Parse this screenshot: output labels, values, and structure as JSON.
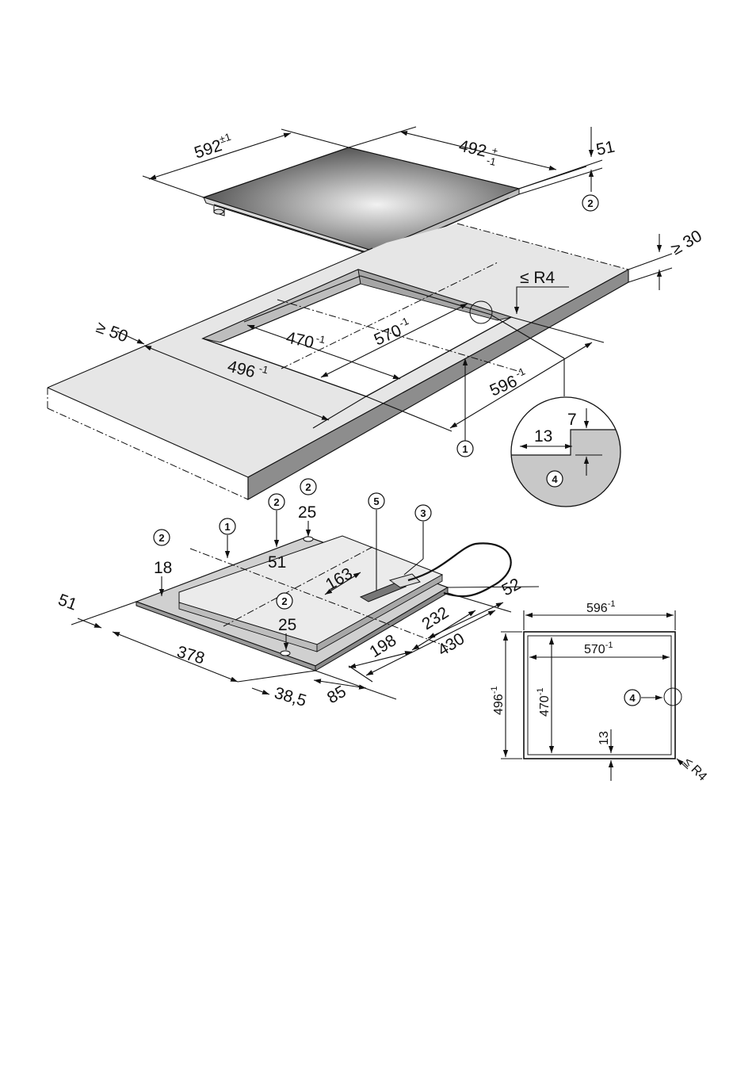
{
  "hob": {
    "width_value": "592",
    "width_tol": "±1",
    "depth_value": "492",
    "depth_tol": "-1",
    "depth_tol_plus": "+",
    "height": "51",
    "badge": "2"
  },
  "worktop": {
    "thickness": "≥ 30",
    "radius": "≤ R4",
    "edge_distance": "≥ 50",
    "cutout_width_value": "570",
    "cutout_width_tol": "-1",
    "cutout_depth_value": "470",
    "cutout_depth_tol": "-1",
    "outer_depth_value": "496",
    "outer_depth_tol": "-1",
    "outer_width_value": "596",
    "outer_width_tol": "-1",
    "badge": "1"
  },
  "detail": {
    "rebate_width": "13",
    "rebate_depth": "7",
    "badge": "4"
  },
  "underside": {
    "badges": [
      "2",
      "2",
      "1",
      "5",
      "3",
      "2",
      "2"
    ],
    "values": {
      "foot_top": "25",
      "foot_center": "51",
      "left_height": "18",
      "foot_front": "25",
      "cable_offset": "163",
      "right_top": "52",
      "left_margin": "51",
      "d232": "232",
      "d198": "198",
      "d430": "430",
      "d378": "378",
      "d38_5": "38,5",
      "d85": "85"
    }
  },
  "plan": {
    "outer_width_value": "596",
    "outer_width_tol": "-1",
    "inner_width_value": "570",
    "inner_width_tol": "-1",
    "outer_depth_value": "496",
    "outer_depth_tol": "-1",
    "inner_depth_value": "470",
    "inner_depth_tol": "-1",
    "rebate": "13",
    "radius": "≤ R4",
    "badge": "4"
  }
}
